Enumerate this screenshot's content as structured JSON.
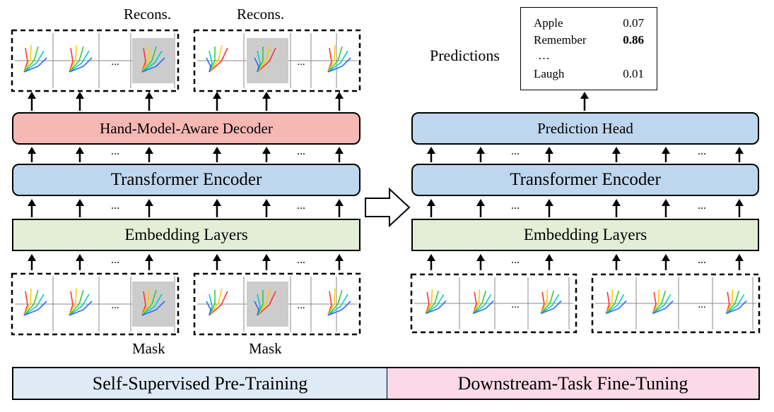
{
  "left": {
    "decoder_label": "Hand-Model-Aware Decoder",
    "encoder_label": "Transformer Encoder",
    "embedding_label": "Embedding Layers",
    "recons_labels": [
      "Recons.",
      "Recons."
    ],
    "mask_labels": [
      "Mask",
      "Mask"
    ],
    "ellipsis": "..."
  },
  "right": {
    "head_label": "Prediction Head",
    "encoder_label": "Transformer Encoder",
    "embedding_label": "Embedding Layers",
    "predictions_title": "Predictions",
    "ellipsis": "...",
    "predictions": [
      {
        "label": "Apple",
        "value": "0.07",
        "bold": false
      },
      {
        "label": "Remember",
        "value": "0.86",
        "bold": true
      },
      {
        "label": "…",
        "value": "",
        "bold": false
      },
      {
        "label": "Laugh",
        "value": "0.01",
        "bold": false
      }
    ]
  },
  "banners": {
    "left": "Self-Supervised Pre-Training",
    "right": "Downstream-Task Fine-Tuning"
  },
  "colors": {
    "decoder_fill": "#f6b8b3",
    "encoder_fill": "#bfd7ee",
    "embedding_fill": "#e3eed7",
    "banner_left_fill": "#deeaf6",
    "banner_right_fill": "#fbd9e6",
    "mask_fill": "#cccccc"
  },
  "icons": [
    "hand-pose-keypoint-sketch",
    "block-arrow-right"
  ]
}
